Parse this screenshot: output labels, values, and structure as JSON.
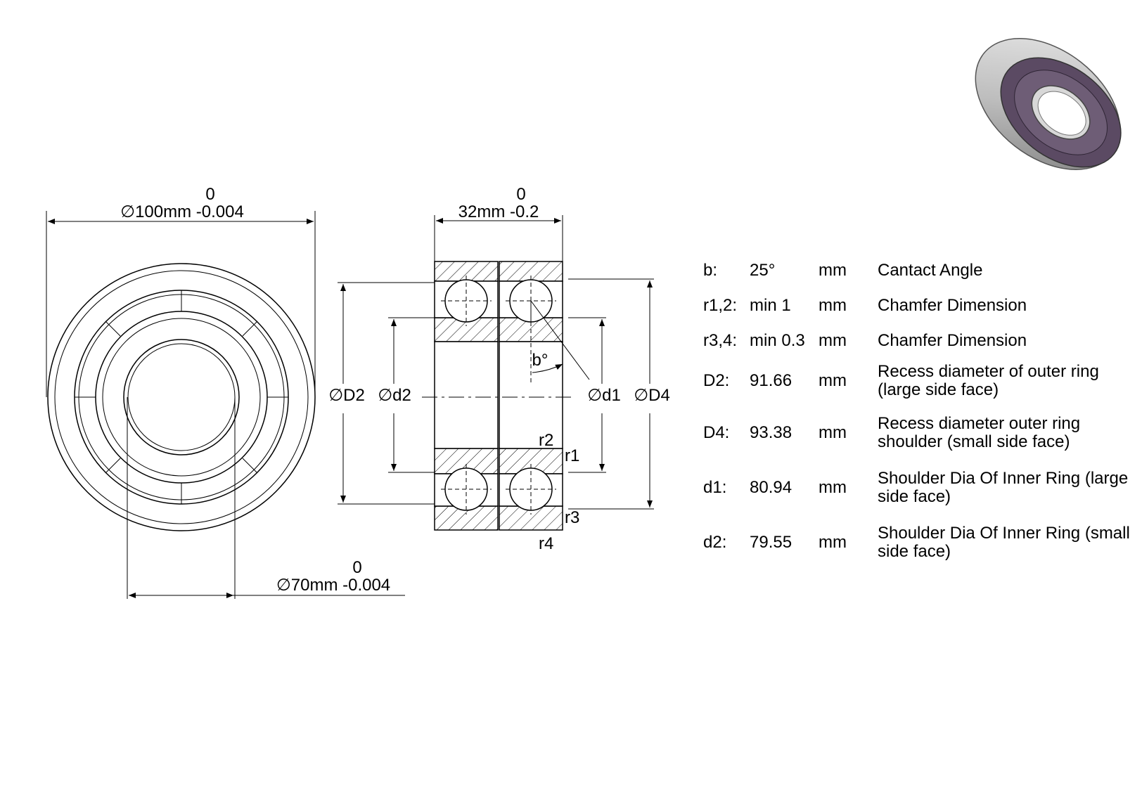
{
  "drawing": {
    "outer_diameter": {
      "upper": "0",
      "lower": "∅100mm -0.004"
    },
    "inner_diameter": {
      "upper": "0",
      "lower": "∅70mm -0.004"
    },
    "width": {
      "upper": "0",
      "lower": "32mm -0.2"
    },
    "labels": {
      "D2": "∅D2",
      "d2": "∅d2",
      "d1": "∅d1",
      "D4": "∅D4",
      "angle": "b°",
      "r1": "r1",
      "r2": "r2",
      "r3": "r3",
      "r4": "r4"
    },
    "render_colors": {
      "rim": "#5b4a63",
      "ring": "#c8c8c8",
      "shadow": "#8c8c8c"
    }
  },
  "specs": [
    {
      "key": "b:",
      "value": "25°",
      "unit": "mm",
      "desc": "Cantact Angle"
    },
    {
      "key": "r1,2:",
      "value": "min 1",
      "unit": "mm",
      "desc": "Chamfer Dimension"
    },
    {
      "key": "r3,4:",
      "value": "min 0.3",
      "unit": "mm",
      "desc": "Chamfer Dimension"
    },
    {
      "key": "D2:",
      "value": "91.66",
      "unit": "mm",
      "desc": "Recess diameter of outer ring (large side face)"
    },
    {
      "key": "D4:",
      "value": "93.38",
      "unit": "mm",
      "desc": "Recess diameter outer ring shoulder (small side face)"
    },
    {
      "key": "d1:",
      "value": "80.94",
      "unit": "mm",
      "desc": "Shoulder Dia Of Inner Ring (large side face)"
    },
    {
      "key": "d2:",
      "value": "79.55",
      "unit": "mm",
      "desc": "Shoulder Dia Of Inner Ring (small side face)"
    }
  ]
}
